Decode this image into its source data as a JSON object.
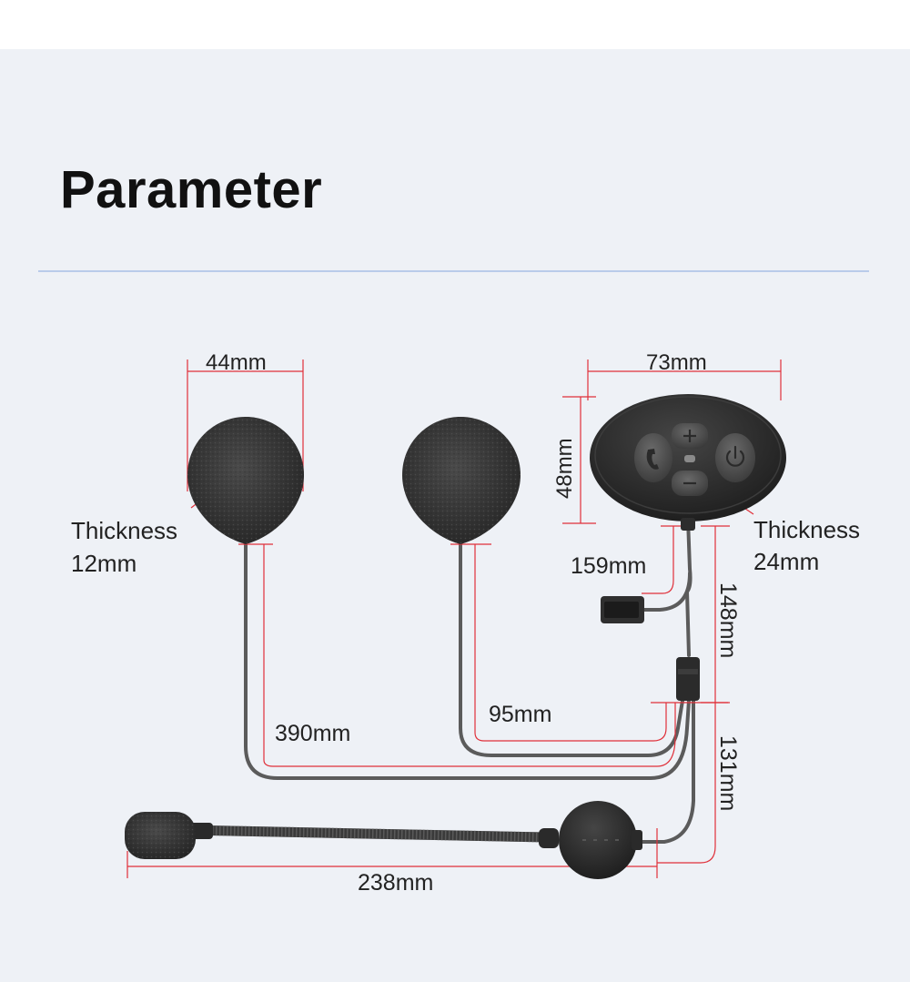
{
  "page": {
    "title": "Parameter",
    "background": "#eef1f6",
    "accent_line_color": "#b9cbea",
    "dimension_color": "#e0303a"
  },
  "dimensions": {
    "speaker_width": "44mm",
    "speaker_thickness_label": "Thickness",
    "speaker_thickness_value": "12mm",
    "control_width": "73mm",
    "control_height": "48mm",
    "control_thickness_label": "Thickness",
    "control_thickness_value": "24mm",
    "usb_cable": "159mm",
    "control_to_split": "148mm",
    "left_speaker_cable": "390mm",
    "right_speaker_cable": "95mm",
    "split_to_mic": "131mm",
    "mic_boom": "238mm"
  },
  "controls": {
    "plus_icon": "plus-icon",
    "minus_icon": "minus-icon",
    "phone_icon": "phone-icon",
    "power_icon": "power-icon",
    "led_icon": "led-indicator-icon"
  }
}
